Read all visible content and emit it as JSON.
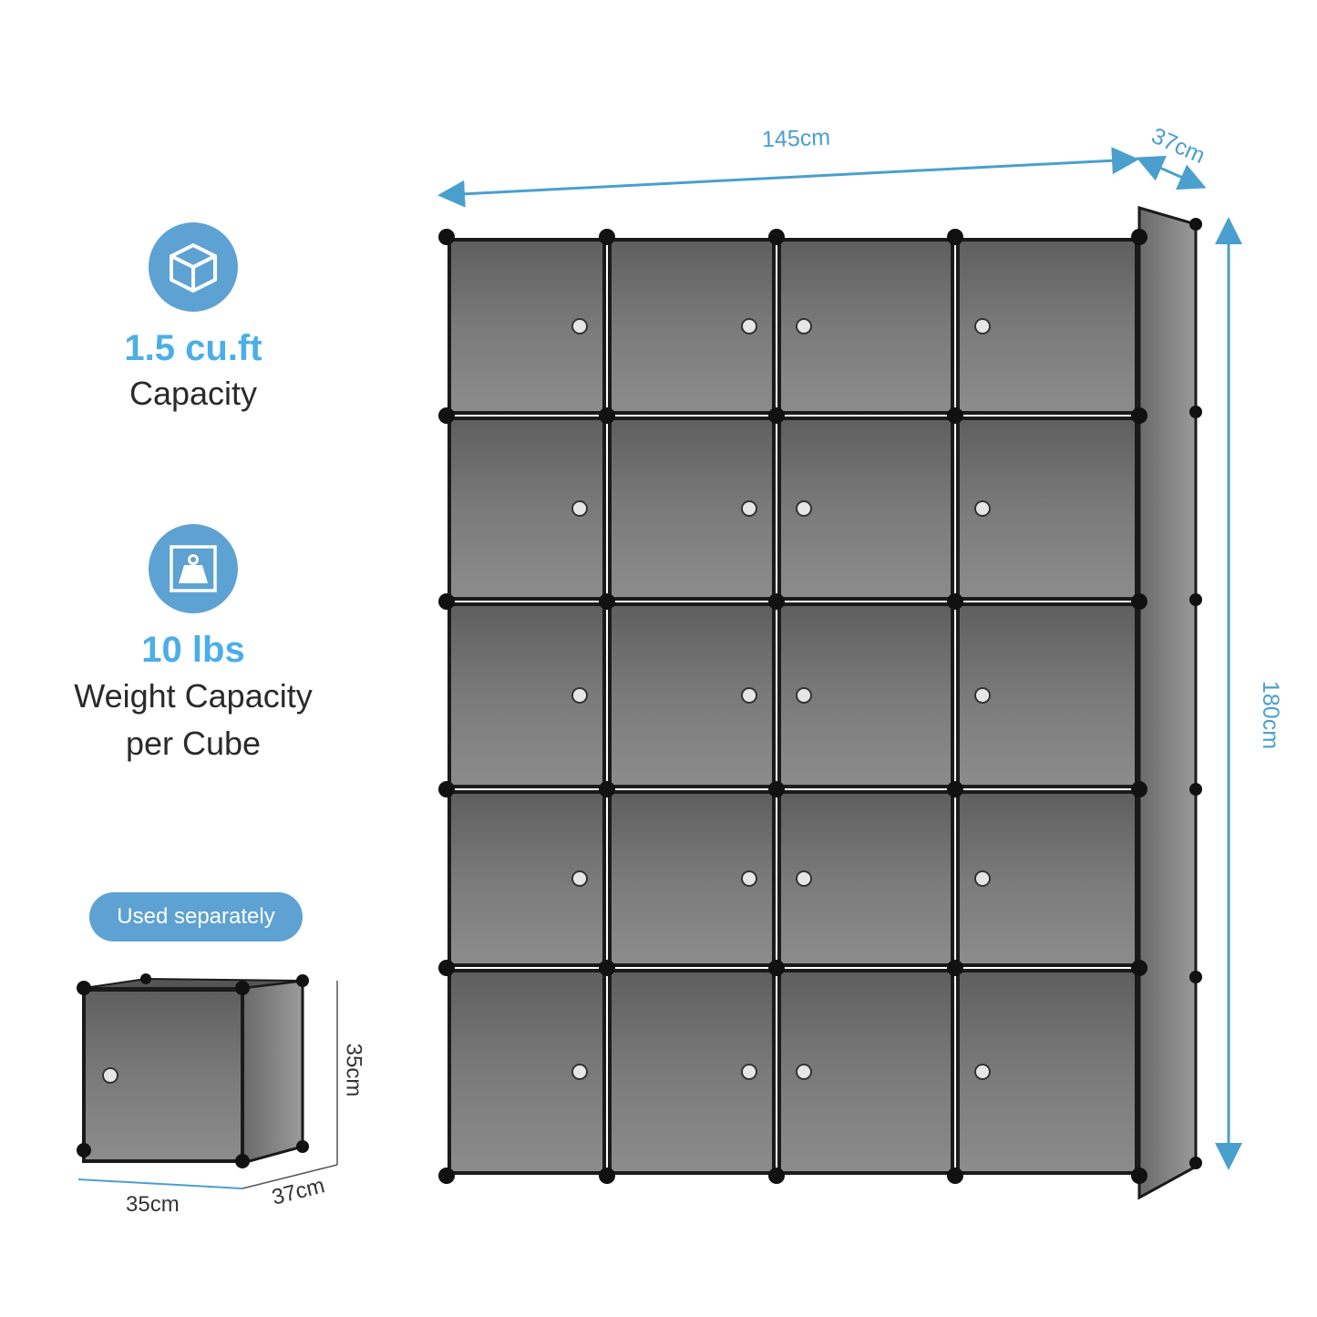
{
  "features": {
    "capacity": {
      "value": "1.5 cu.ft",
      "label": "Capacity",
      "icon": "cube-icon"
    },
    "weight": {
      "value": "10 lbs",
      "label_line1": "Weight Capacity",
      "label_line2": "per Cube",
      "icon": "weight-icon"
    }
  },
  "single_cube": {
    "badge": "Used separately",
    "height": "35cm",
    "width": "35cm",
    "depth": "37cm"
  },
  "cabinet": {
    "rows": 5,
    "columns": 4,
    "width": "145cm",
    "depth": "37cm",
    "height": "180cm"
  },
  "colors": {
    "accent": "#5da2d2",
    "accent_text": "#4aaee8",
    "dimension_line": "#4a9fcf",
    "panel": "#6e6e6e",
    "frame": "#1a1a1a"
  }
}
